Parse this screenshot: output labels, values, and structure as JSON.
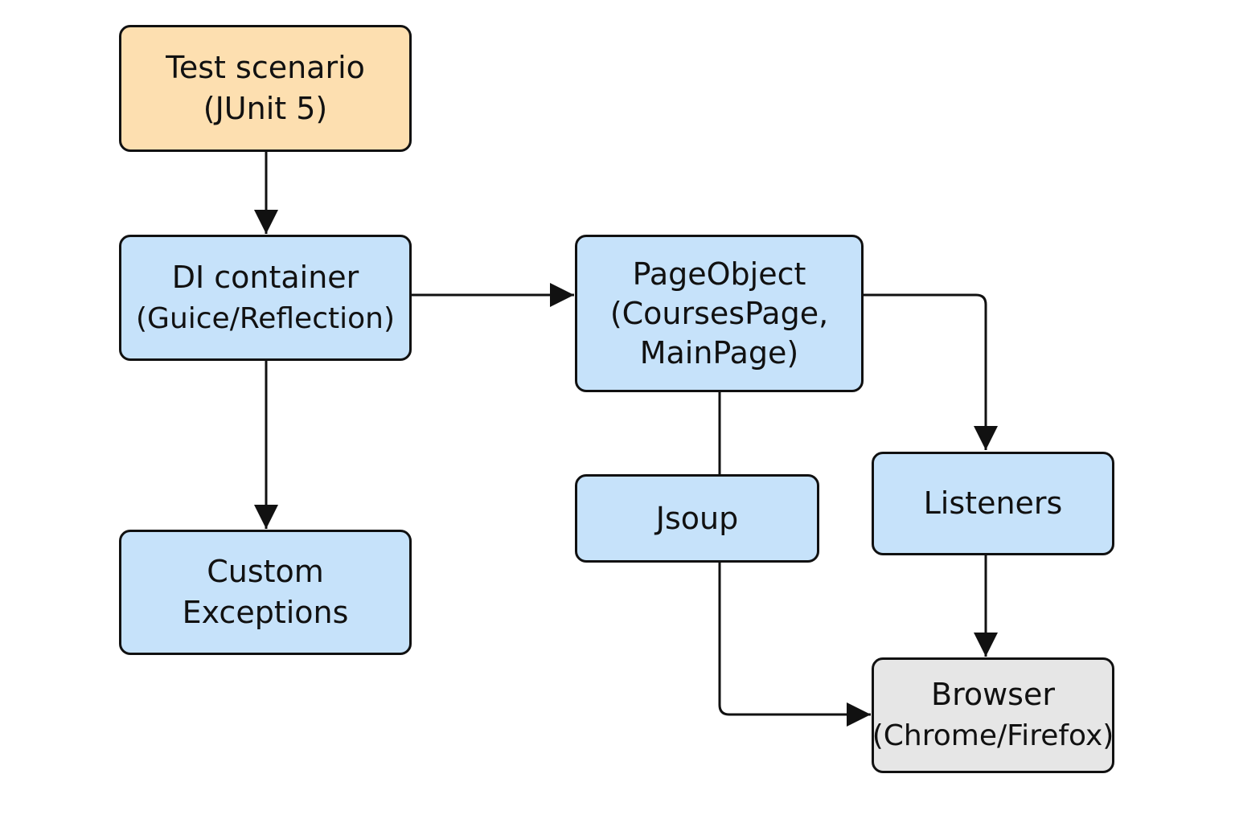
{
  "colors": {
    "scenario_fill": "#fddfb0",
    "component_fill": "#c6e2fa",
    "browser_fill": "#e6e6e6",
    "stroke": "#111111"
  },
  "nodes": {
    "test_scenario": {
      "line1": "Test scenario",
      "line2": "(JUnit 5)"
    },
    "di_container": {
      "line1": "DI container",
      "line2": "(Guice/Reflection)"
    },
    "custom_exceptions": {
      "line1": "Custom",
      "line2": "Exceptions"
    },
    "page_object": {
      "line1": "PageObject",
      "line2": "(CoursesPage,",
      "line3": "MainPage)"
    },
    "jsoup": {
      "label": "Jsoup"
    },
    "listeners": {
      "label": "Listeners"
    },
    "browser": {
      "line1": "Browser",
      "line2": "(Chrome/Firefox)"
    }
  },
  "edges": [
    {
      "from": "test_scenario",
      "to": "di_container"
    },
    {
      "from": "di_container",
      "to": "page_object"
    },
    {
      "from": "di_container",
      "to": "custom_exceptions"
    },
    {
      "from": "page_object",
      "to": "jsoup"
    },
    {
      "from": "page_object",
      "to": "listeners"
    },
    {
      "from": "jsoup",
      "to": "browser"
    },
    {
      "from": "listeners",
      "to": "browser"
    }
  ]
}
